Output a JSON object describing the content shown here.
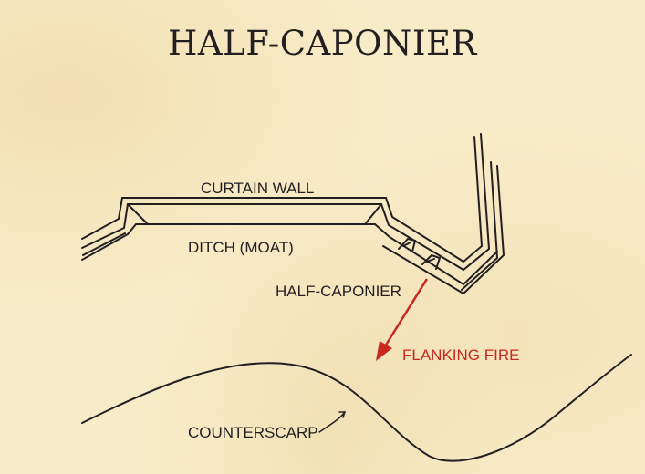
{
  "title": "HALF-CAPONIER",
  "labels": {
    "curtain_wall": "CURTAIN WALL",
    "ditch": "DITCH (MOAT)",
    "half_caponier": "HALF-CAPONIER",
    "flanking_fire": "FLANKING FIRE",
    "counterscarp": "COUNTERSCARP"
  },
  "colors": {
    "ink": "#231f20",
    "fire": "#c8281e",
    "paper": "#f8ecc8"
  }
}
